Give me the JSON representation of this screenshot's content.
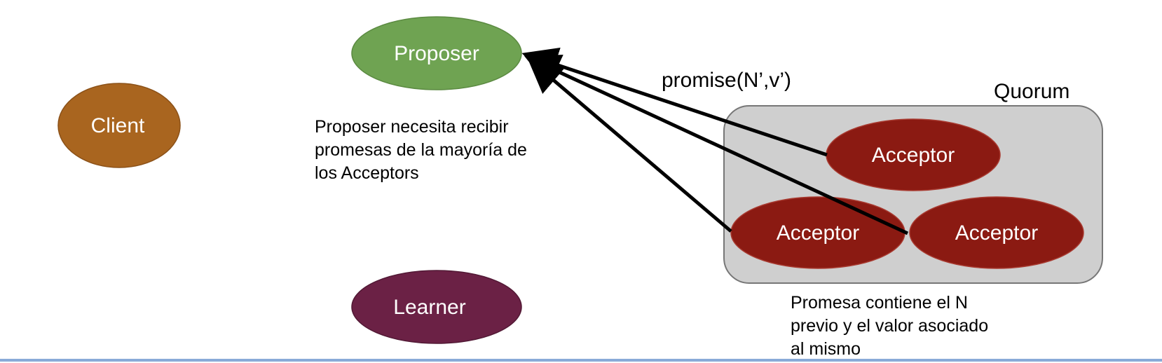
{
  "colors": {
    "proposer_fill": "#6fa352",
    "client_fill": "#a9651f",
    "learner_fill": "#6b2145",
    "acceptor_fill": "#8b1a12",
    "quorum_fill": "#cfcfcf",
    "quorum_stroke": "#777777",
    "arrow": "#000000",
    "rule": "#8aabd8"
  },
  "nodes": {
    "proposer": "Proposer",
    "client": "Client",
    "learner": "Learner",
    "acceptor_top": "Acceptor",
    "acceptor_left": "Acceptor",
    "acceptor_right": "Acceptor"
  },
  "quorum": {
    "label": "Quorum"
  },
  "edge_label": "promise(N’,v’)",
  "notes": {
    "proposer_note": [
      "Proposer necesita recibir",
      "promesas de la mayoría de",
      "los Acceptors"
    ],
    "promise_note": [
      "Promesa contiene el N",
      "previo y el valor asociado",
      "al mismo"
    ]
  }
}
